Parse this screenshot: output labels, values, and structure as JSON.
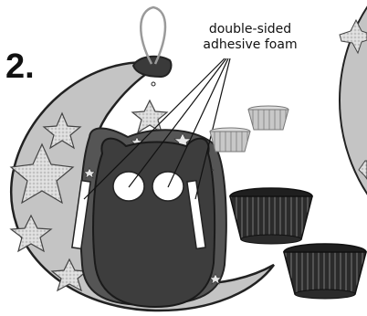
{
  "step": {
    "number": "2."
  },
  "callout": {
    "line1": "double-sided",
    "line2": "adhesive foam"
  },
  "colors": {
    "moon": "#c4c4c4",
    "moon_outline": "#222222",
    "owl_body": "#3d3d3d",
    "owl_back_panel": "#5a5a5a",
    "star_fill": "#dedede",
    "cupcake_liner_light": "#bdbdbd",
    "cupcake_liner_dark": "#2b2b2b",
    "foam_pad": "#ffffff"
  },
  "icons": [
    "crescent-moon-icon",
    "star-icon",
    "owl-icon",
    "cupcake-liner-icon",
    "hanging-loop-icon"
  ]
}
